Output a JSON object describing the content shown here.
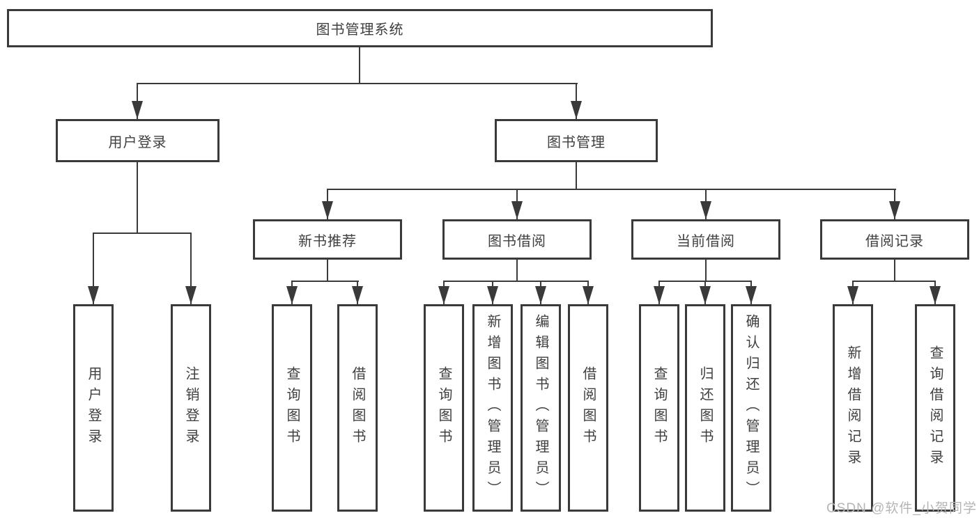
{
  "diagram_title": "图书管理系统",
  "colors": {
    "line": "#3a3a3a",
    "box_border": "#3a3a3a",
    "box_background": "#ffffff",
    "text": "#3f3f3f",
    "watermark": "#b5b5b5",
    "page_background": "#ffffff"
  },
  "tree": {
    "root": {
      "label": "图书管理系统",
      "children": [
        {
          "label": "用户登录",
          "children": [
            {
              "label": "用户登录"
            },
            {
              "label": "注销登录"
            }
          ]
        },
        {
          "label": "图书管理",
          "children": [
            {
              "label": "新书推荐",
              "children": [
                {
                  "label": "查询图书"
                },
                {
                  "label": "借阅图书"
                }
              ]
            },
            {
              "label": "图书借阅",
              "children": [
                {
                  "label": "查询图书"
                },
                {
                  "label": "新增图书（管理员）"
                },
                {
                  "label": "编辑图书（管理员）"
                },
                {
                  "label": "借阅图书"
                }
              ]
            },
            {
              "label": "当前借阅",
              "children": [
                {
                  "label": "查询图书"
                },
                {
                  "label": "归还图书"
                },
                {
                  "label": "确认归还（管理员）"
                }
              ]
            },
            {
              "label": "借阅记录",
              "children": [
                {
                  "label": "新增借阅记录"
                },
                {
                  "label": "查询借阅记录"
                }
              ]
            }
          ]
        }
      ]
    }
  },
  "watermark": {
    "text": "CSDN @软件_小贺同学"
  }
}
